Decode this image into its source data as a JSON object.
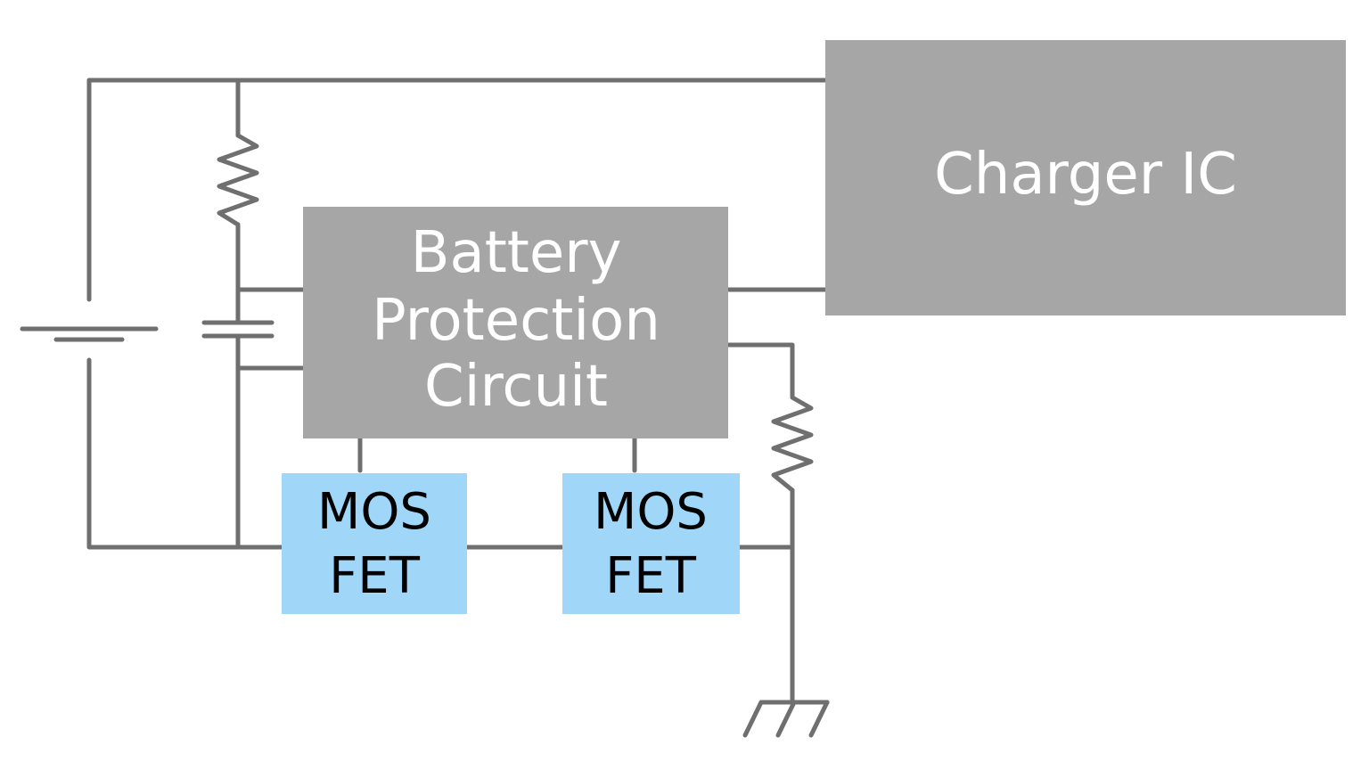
{
  "diagram": {
    "charger_ic": {
      "label": "Charger IC"
    },
    "protection_circuit": {
      "lines": [
        "Battery",
        "Protection",
        "Circuit"
      ]
    },
    "mosfet_1": {
      "lines": [
        "MOS",
        "FET"
      ]
    },
    "mosfet_2": {
      "lines": [
        "MOS",
        "FET"
      ]
    }
  },
  "colors": {
    "wire": "#6f6f6f",
    "block": "#a6a6a6",
    "mosfet": "#a0d6f8",
    "block_text": "#ffffff",
    "mosfet_text": "#000000"
  },
  "icons": [
    "battery-symbol",
    "capacitor-symbol",
    "resistor-symbol",
    "ground-symbol"
  ]
}
